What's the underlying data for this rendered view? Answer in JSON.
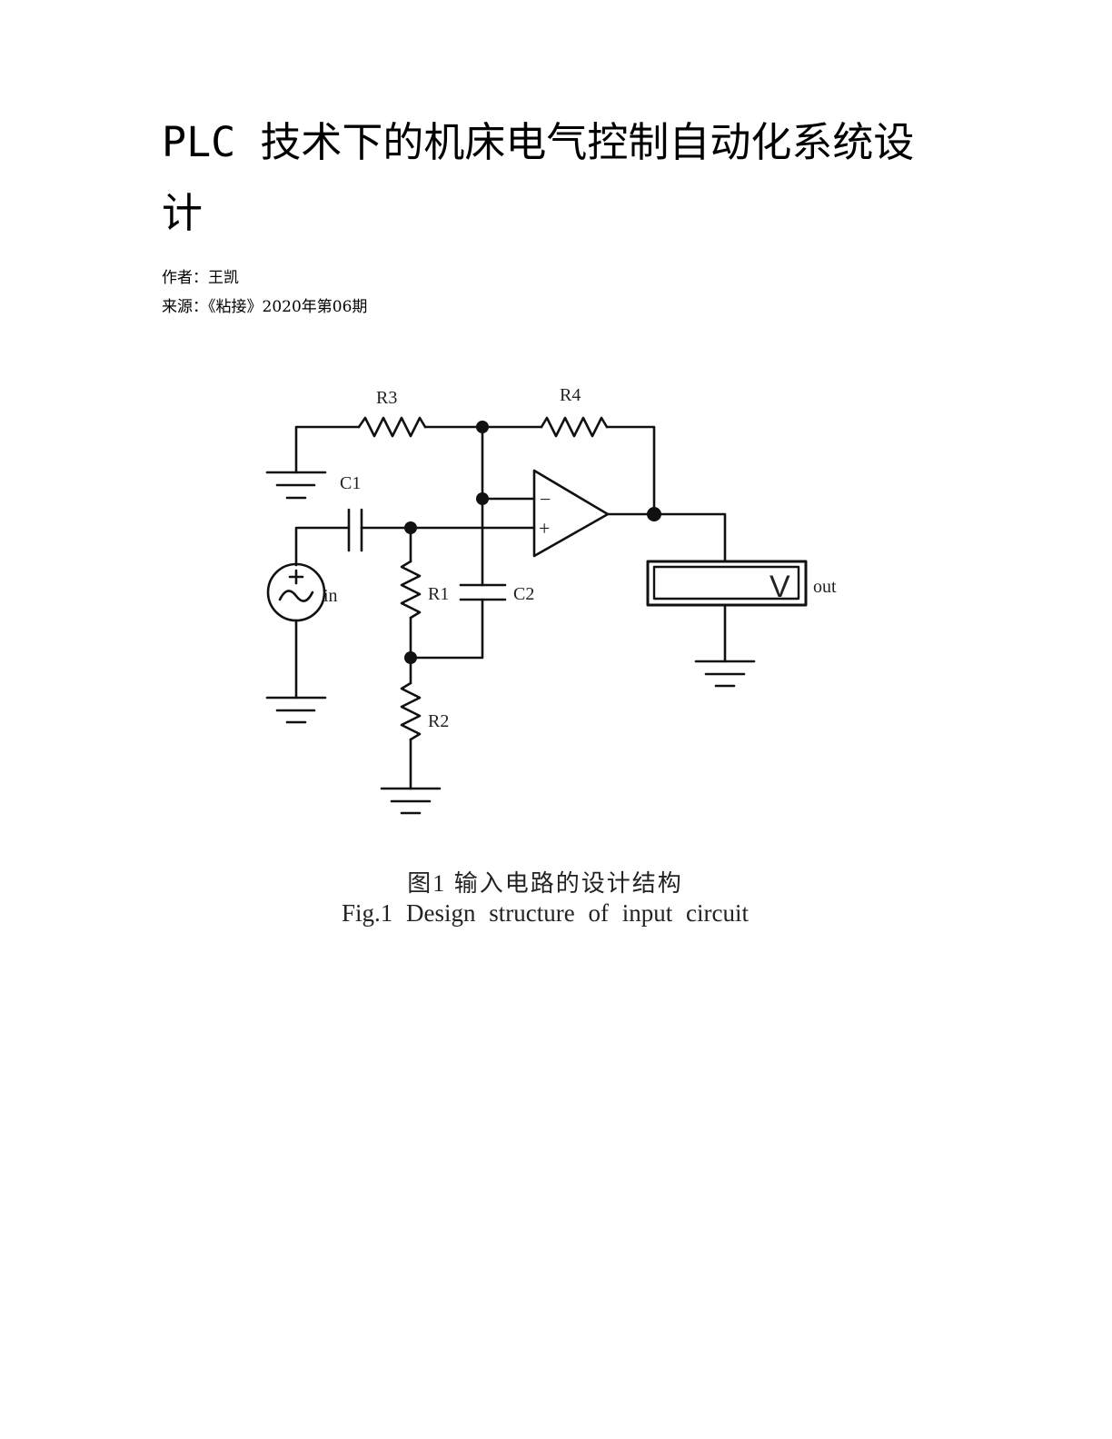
{
  "paper": {
    "title": "PLC 技术下的机床电气控制自动化系统设计",
    "author_line": "作者：王凯",
    "source_line": "来源：《粘接》2020年第06期"
  },
  "figure": {
    "labels": {
      "r1": "R1",
      "r2": "R2",
      "r3": "R3",
      "r4": "R4",
      "c1": "C1",
      "c2": "C2",
      "in": "in",
      "out": "out",
      "meter": "V",
      "minus": "−",
      "plus": "+"
    },
    "caption_zh": "图1  输入电路的设计结构",
    "caption_en": "Fig.1 Design structure of input circuit"
  }
}
